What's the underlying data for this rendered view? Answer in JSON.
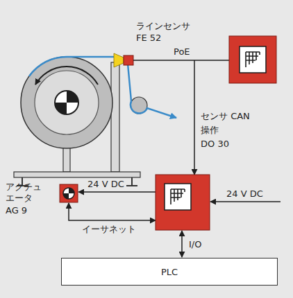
{
  "diagram": {
    "nodes": [
      {
        "text": [
          "PLC"
        ]
      }
    ],
    "labels": [
      "ラインセンサ",
      "FE 52",
      "PoE",
      "センサ CAN",
      "操作",
      "DO 30",
      "アクチュエータ",
      "AG 9",
      "24 V DC",
      "イーサネット",
      "24 V DC",
      "I/O"
    ]
  }
}
